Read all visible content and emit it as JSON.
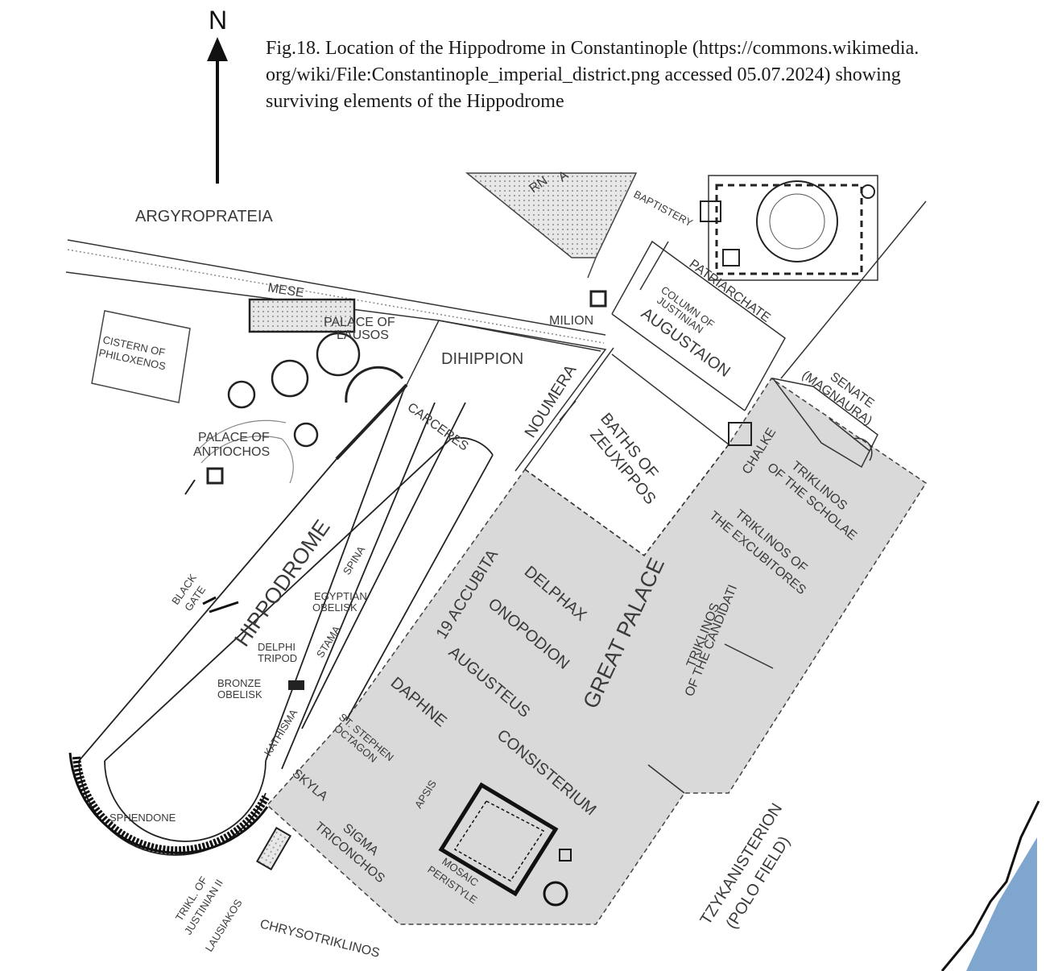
{
  "caption": {
    "line1": "Fig.18.  Location of the Hippodrome in Constantinople (https://commons.wikimedia.",
    "line2": "org/wiki/File:Constantinople_imperial_district.png accessed 05.07.2024) showing",
    "line3": "surviving elements of the Hippodrome"
  },
  "north": {
    "label": "N"
  },
  "labels": {
    "argyroprateia": "ARGYROPRATEIA",
    "mese": "MESE",
    "palace_of_lausos_1": "PALACE OF",
    "palace_of_lausos_2": "LAUSOS",
    "cistern_of_philoxenos_1": "CISTERN OF",
    "cistern_of_philoxenos_2": "PHILOXENOS",
    "palace_of_antiochos_1": "PALACE OF",
    "palace_of_antiochos_2": "ANTIOCHOS",
    "milion": "MILION",
    "dihippion": "DIHIPPION",
    "baptistery": "BAPTISTERY",
    "patriarchate": "PATRIARCHATE",
    "column_of_justinian_1": "COLUMN OF",
    "column_of_justinian_2": "JUSTINIAN",
    "augustaion": "AUGUSTAION",
    "senate_1": "SENATE",
    "senate_2": "(MAGNAURA)",
    "carceres": "CARCERES",
    "noumera": "NOUMERA",
    "baths_of_zeuxippos_1": "BATHS OF",
    "baths_of_zeuxippos_2": "ZEUXIPPOS",
    "chalke": "CHALKE",
    "triklinos_scholae_1": "TRIKLINOS",
    "triklinos_scholae_2": "OF THE SCHOLAE",
    "triklinos_excubitores_1": "TRIKLINOS OF",
    "triklinos_excubitores_2": "THE EXCUBITORES",
    "hippodrome": "HIPPODROME",
    "spina": "SPINA",
    "black_gate_1": "BLACK",
    "black_gate_2": "GATE",
    "egyptian_obelisk_1": "EGYPTIAN",
    "egyptian_obelisk_2": "OBELISK",
    "stama": "STAMA",
    "delphi_tripod_1": "DELPHI",
    "delphi_tripod_2": "TRIPOD",
    "bronze_obelisk_1": "BRONZE",
    "bronze_obelisk_2": "OBELISK",
    "kathisma": "KATHISMA",
    "accubita": "19 ACCUBITA",
    "delphax": "DELPHAX",
    "onopodion": "ONOPODION",
    "augusteus": "AUGUSTEUS",
    "daphne": "DAPHNE",
    "great_palace": "GREAT PALACE",
    "triklinos_candidati_1": "TRIKLINOS",
    "triklinos_candidati_2": "OF THE CANDIDATI",
    "st_stephen_1": "ST. STEPHEN",
    "st_stephen_2": "OCTAGON",
    "consisterium": "CONSISTERIUM",
    "skyla": "SKYLA",
    "apsis": "APSIS",
    "sphendone": "SPHENDONE",
    "sigma_1": "SIGMA",
    "sigma_2": "TRICONCHOS",
    "mosaic_peristyle_1": "MOSAIC",
    "mosaic_peristyle_2": "PERISTYLE",
    "tzykanisterion_1": "TZYKANISTERION",
    "tzykanisterion_2": "(POLO FIELD)",
    "trikl_justinian_1": "TRIKL. OF",
    "trikl_justinian_2": "JUSTINIAN II",
    "lausiakos": "LAUSIAKOS",
    "chrysotriklinos": "CHRYSOTRIKLINOS",
    "sophia_partial_1": "A",
    "sophia_partial_2": "RN"
  },
  "colors": {
    "palace_fill": "#d9d9d9",
    "sea_fill": "#7ea6cf",
    "line": "#2a2a2a"
  }
}
